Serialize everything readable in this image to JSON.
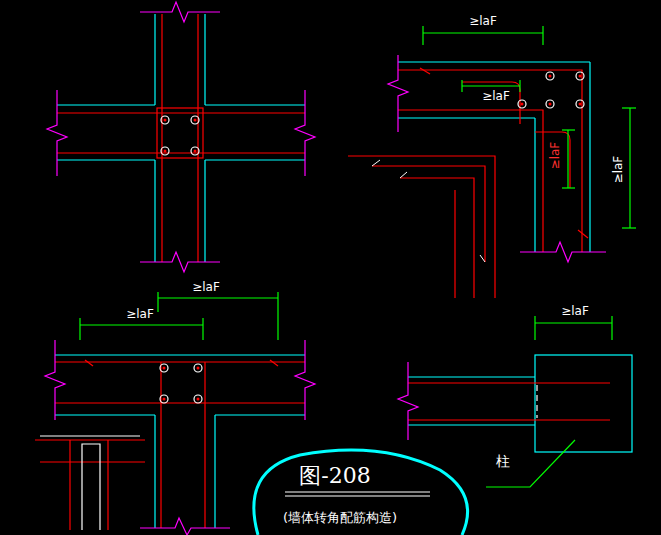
{
  "diagram": {
    "title": "图-208",
    "caption": "(墙体转角配筋构造)",
    "labels": [
      "≥laF",
      "≥laF",
      "≥laF",
      "≥laF",
      "≥laF",
      "≥laF",
      "≥laF",
      "柱"
    ]
  }
}
